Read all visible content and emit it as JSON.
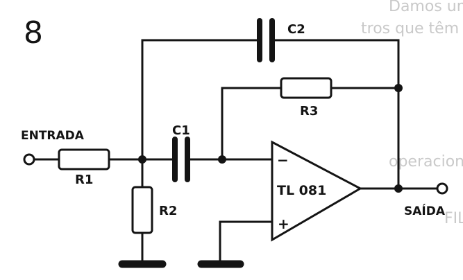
{
  "figure": {
    "number": "8"
  },
  "labels": {
    "input": "ENTRADA",
    "output": "SAÍDA",
    "opamp": "TL 081",
    "minus": "−",
    "plus": "+"
  },
  "components": {
    "r1": "R1",
    "r2": "R2",
    "r3": "R3",
    "c1": "C1",
    "c2": "C2"
  },
  "background_text": {
    "line1": "Damos um filtro passa-baixa com filtros de",
    "line2": "tros que têm por duas adaptações",
    "line3": "operacional",
    "line4": "FILTRO PASSA-BAIXA"
  }
}
